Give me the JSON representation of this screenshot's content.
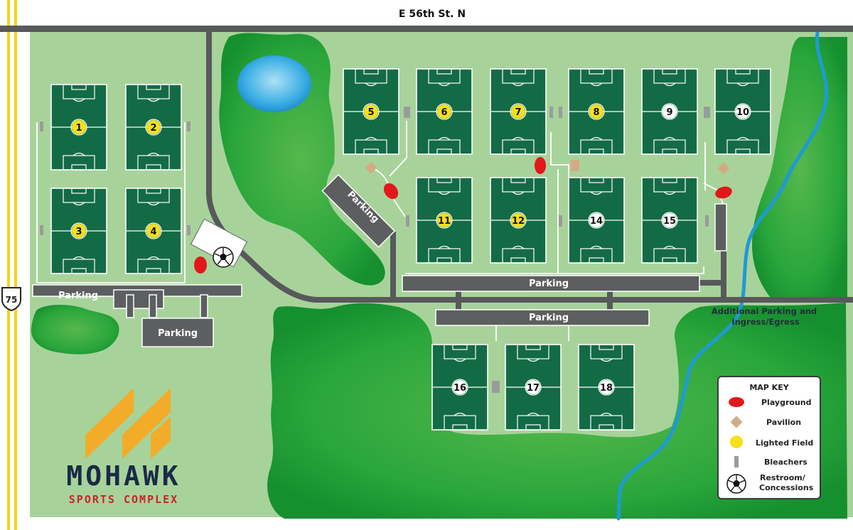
{
  "street_label": "E 56th St. N",
  "highway_label": "75",
  "additional_parking": [
    "Additional Parking and",
    "Ingress/Egress"
  ],
  "parking_label": "Parking",
  "fields": [
    {
      "number": "1",
      "lighted": true
    },
    {
      "number": "2",
      "lighted": true
    },
    {
      "number": "3",
      "lighted": true
    },
    {
      "number": "4",
      "lighted": true
    },
    {
      "number": "5",
      "lighted": true
    },
    {
      "number": "6",
      "lighted": true
    },
    {
      "number": "7",
      "lighted": true
    },
    {
      "number": "8",
      "lighted": true
    },
    {
      "number": "9",
      "lighted": false
    },
    {
      "number": "10",
      "lighted": false
    },
    {
      "number": "11",
      "lighted": true
    },
    {
      "number": "12",
      "lighted": true
    },
    {
      "number": "14",
      "lighted": false
    },
    {
      "number": "15",
      "lighted": false
    },
    {
      "number": "16",
      "lighted": false
    },
    {
      "number": "17",
      "lighted": false
    },
    {
      "number": "18",
      "lighted": false
    }
  ],
  "map_key": {
    "title": "MAP KEY",
    "items": [
      {
        "icon": "playground-icon",
        "label": "Playground"
      },
      {
        "icon": "pavilion-icon",
        "label": "Pavilion"
      },
      {
        "icon": "lighted-field-icon",
        "label": "Lighted Field"
      },
      {
        "icon": "bleachers-icon",
        "label": "Bleachers"
      },
      {
        "icon": "soccer-ball-icon",
        "label": "Restroom/",
        "label2": "Concessions"
      }
    ]
  },
  "logo": {
    "name": "MOHAWK",
    "tagline": "SPORTS COMPLEX"
  },
  "colors": {
    "grass_light": "#a7d39a",
    "trees": "#27a23a",
    "field": "#136b45",
    "road": "#58595b",
    "parking": "#5d5e60",
    "water": "#1e9ad6",
    "lighted": "#f5e01c",
    "playground": "#e3171b",
    "pavilion": "#d2ab85",
    "highway_line": "#f1d51c",
    "logo_orange": "#f2ac2a",
    "logo_navy": "#1a2a47",
    "logo_red": "#c8242b"
  }
}
